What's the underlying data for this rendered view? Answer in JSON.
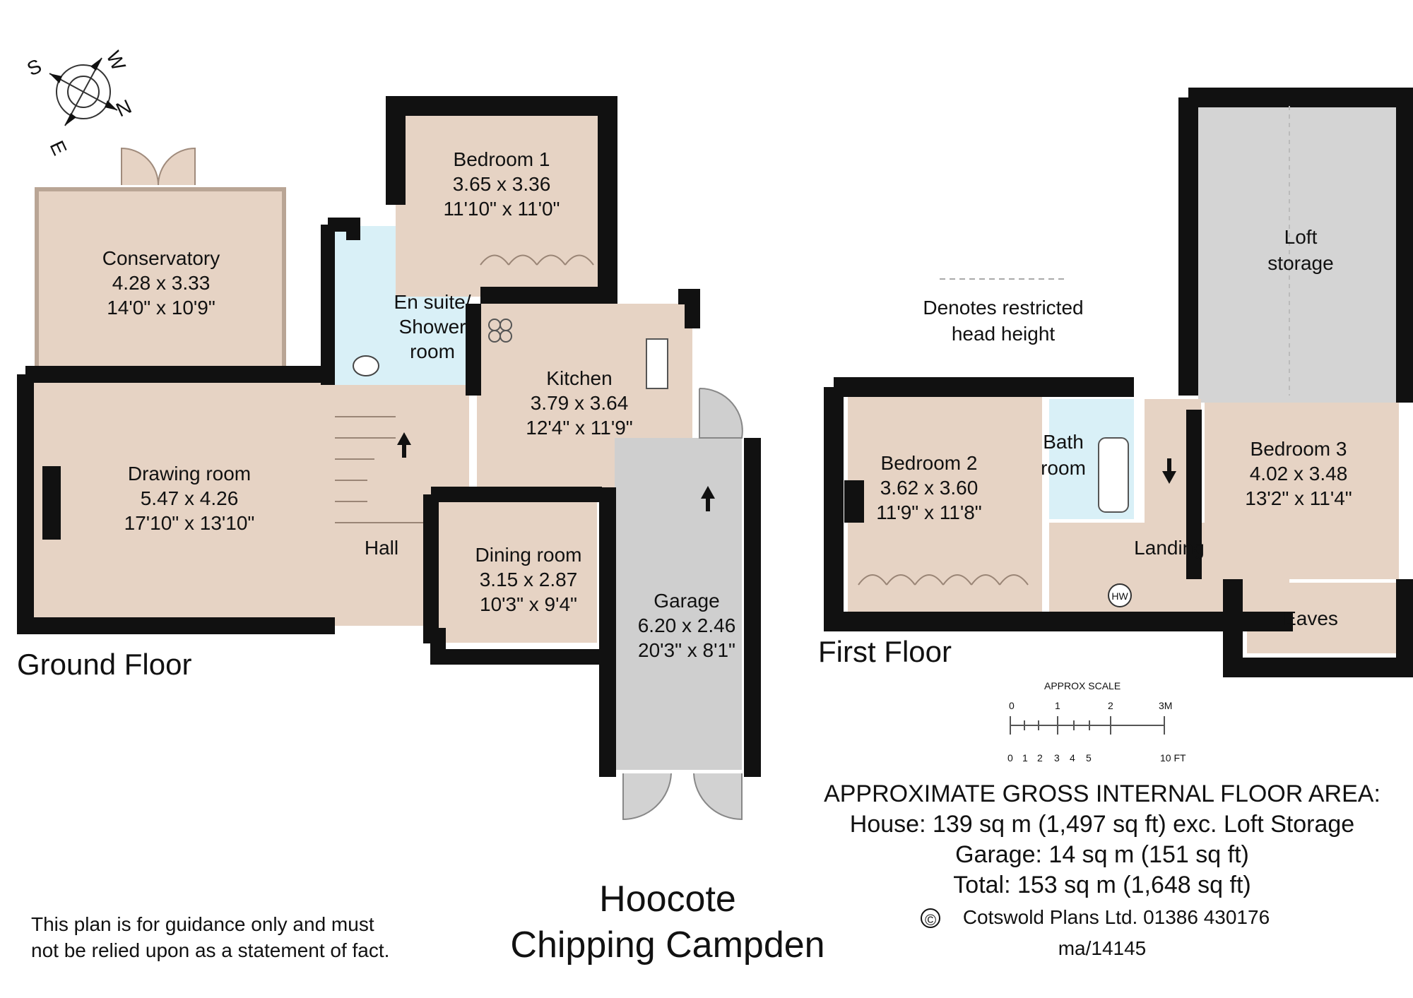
{
  "compass": {
    "n": "N",
    "e": "E",
    "s": "S",
    "w": "W"
  },
  "floors": {
    "ground": "Ground Floor",
    "first": "First Floor"
  },
  "rooms": {
    "conservatory": {
      "name": "Conservatory",
      "metric": "4.28 x 3.33",
      "imperial": "14'0\" x 10'9\""
    },
    "bedroom1": {
      "name": "Bedroom 1",
      "metric": "3.65 x 3.36",
      "imperial": "11'10\" x 11'0\""
    },
    "ensuite": {
      "line1": "En suite/",
      "line2": "Shower",
      "line3": "room"
    },
    "kitchen": {
      "name": "Kitchen",
      "metric": "3.79 x 3.64",
      "imperial": "12'4\" x 11'9\""
    },
    "drawing": {
      "name": "Drawing room",
      "metric": "5.47 x 4.26",
      "imperial": "17'10\" x 13'10\""
    },
    "hall": {
      "name": "Hall"
    },
    "dining": {
      "name": "Dining room",
      "metric": "3.15 x 2.87",
      "imperial": "10'3\" x 9'4\""
    },
    "garage": {
      "name": "Garage",
      "metric": "6.20 x 2.46",
      "imperial": "20'3\" x 8'1\""
    },
    "loft": {
      "line1": "Loft",
      "line2": "storage"
    },
    "bedroom2": {
      "name": "Bedroom 2",
      "metric": "3.62 x 3.60",
      "imperial": "11'9\" x 11'8\""
    },
    "bathroom": {
      "line1": "Bath",
      "line2": "room"
    },
    "bedroom3": {
      "name": "Bedroom 3",
      "metric": "4.02 x 3.48",
      "imperial": "13'2\" x 11'4\""
    },
    "landing": {
      "name": "Landing"
    },
    "eaves": {
      "name": "Eaves"
    },
    "hw": "HW"
  },
  "legend": {
    "line1": "Denotes restricted",
    "line2": "head height"
  },
  "scale": {
    "title": "APPROX SCALE",
    "metres": [
      "0",
      "1",
      "2",
      "3M"
    ],
    "feet": [
      "0",
      "1",
      "2",
      "3",
      "4",
      "5",
      "10 FT"
    ]
  },
  "area": {
    "heading": "APPROXIMATE GROSS INTERNAL FLOOR AREA:",
    "house": "House: 139 sq m (1,497 sq ft) exc. Loft Storage",
    "garage": "Garage: 14 sq m (151 sq ft)",
    "total": "Total: 153 sq m (1,648 sq ft)",
    "copyright": "©",
    "company": "Cotswold Plans Ltd. 01386 430176",
    "ref": "ma/14145"
  },
  "property": {
    "line1": "Hoocote",
    "line2": "Chipping Campden"
  },
  "disclaimer": {
    "line1": "This plan is for guidance only and must",
    "line2": "not be relied upon as a statement of fact."
  },
  "colors": {
    "room": "#e6d3c4",
    "wall": "#111111",
    "glass": "#d9f0f7",
    "garage": "#cfcfcf",
    "loft": "#d4d4d4"
  }
}
